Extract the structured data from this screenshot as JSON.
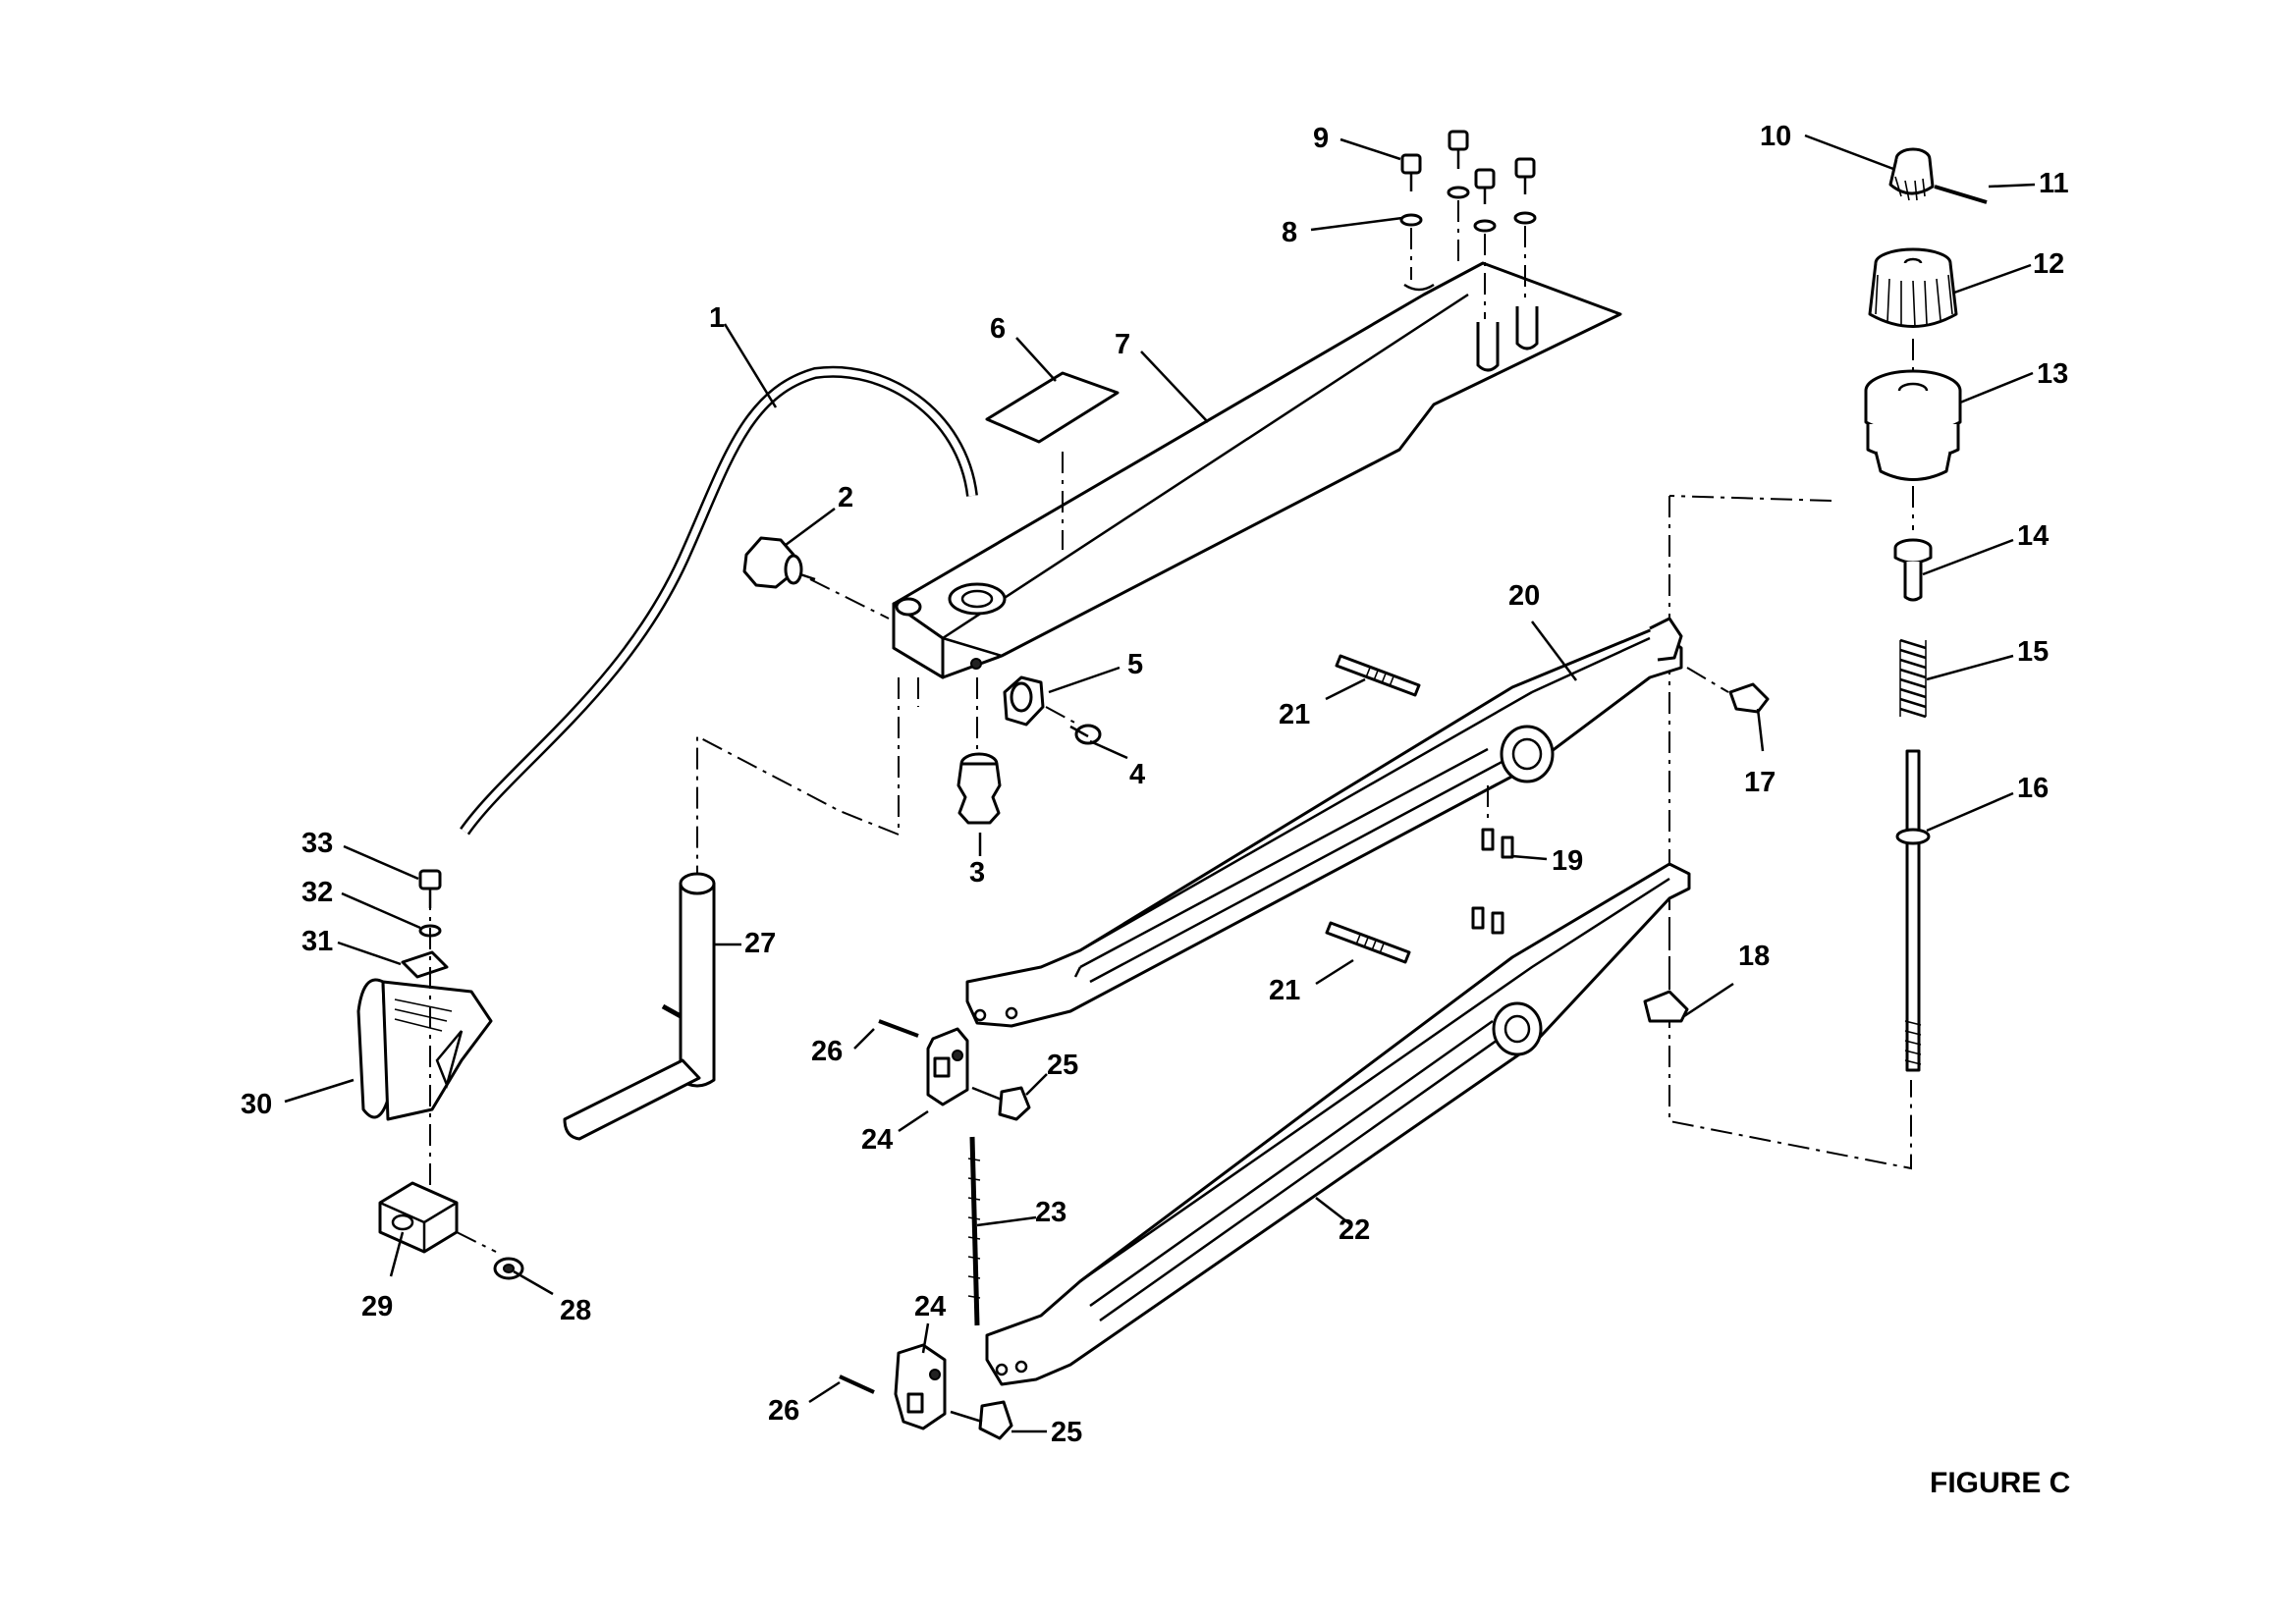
{
  "figure_label": "FIGURE C",
  "callouts": [
    {
      "id": "c1",
      "text": "1"
    },
    {
      "id": "c2",
      "text": "2"
    },
    {
      "id": "c3",
      "text": "3"
    },
    {
      "id": "c4",
      "text": "4"
    },
    {
      "id": "c5",
      "text": "5"
    },
    {
      "id": "c6",
      "text": "6"
    },
    {
      "id": "c7",
      "text": "7"
    },
    {
      "id": "c8",
      "text": "8"
    },
    {
      "id": "c9",
      "text": "9"
    },
    {
      "id": "c10",
      "text": "10"
    },
    {
      "id": "c11",
      "text": "11"
    },
    {
      "id": "c12",
      "text": "12"
    },
    {
      "id": "c13",
      "text": "13"
    },
    {
      "id": "c14",
      "text": "14"
    },
    {
      "id": "c15",
      "text": "15"
    },
    {
      "id": "c16",
      "text": "16"
    },
    {
      "id": "c17",
      "text": "17"
    },
    {
      "id": "c18",
      "text": "18"
    },
    {
      "id": "c19",
      "text": "19"
    },
    {
      "id": "c20",
      "text": "20"
    },
    {
      "id": "c21a",
      "text": "21"
    },
    {
      "id": "c21b",
      "text": "21"
    },
    {
      "id": "c22",
      "text": "22"
    },
    {
      "id": "c23",
      "text": "23"
    },
    {
      "id": "c24a",
      "text": "24"
    },
    {
      "id": "c24b",
      "text": "24"
    },
    {
      "id": "c25a",
      "text": "25"
    },
    {
      "id": "c25b",
      "text": "25"
    },
    {
      "id": "c26a",
      "text": "26"
    },
    {
      "id": "c26b",
      "text": "26"
    },
    {
      "id": "c27",
      "text": "27"
    },
    {
      "id": "c28",
      "text": "28"
    },
    {
      "id": "c29",
      "text": "29"
    },
    {
      "id": "c30",
      "text": "30"
    },
    {
      "id": "c31",
      "text": "31"
    },
    {
      "id": "c32",
      "text": "32"
    },
    {
      "id": "c33",
      "text": "33"
    }
  ]
}
